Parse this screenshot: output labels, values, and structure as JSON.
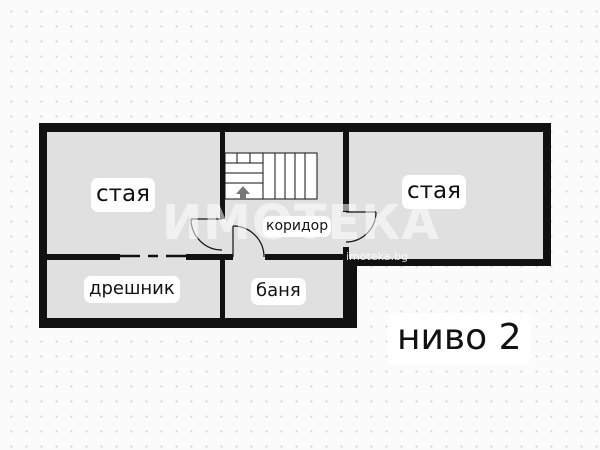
{
  "floor_plan": {
    "rooms": {
      "room_left": "стая",
      "room_right": "стая",
      "closet": "дрешник",
      "bathroom": "баня",
      "corridor": "коридор"
    },
    "level_label": "ниво 2"
  },
  "watermark": {
    "main": "ИМОТЕКА",
    "site": "imoteka.bg"
  },
  "colors": {
    "wall": "#111111",
    "room_fill": "#e0e0e0",
    "stair_fill": "#ffffff",
    "dot_grid": "#cfd3d6"
  },
  "icons": {
    "stairs": "stairs-icon",
    "stair_direction": "arrow-up-icon"
  }
}
